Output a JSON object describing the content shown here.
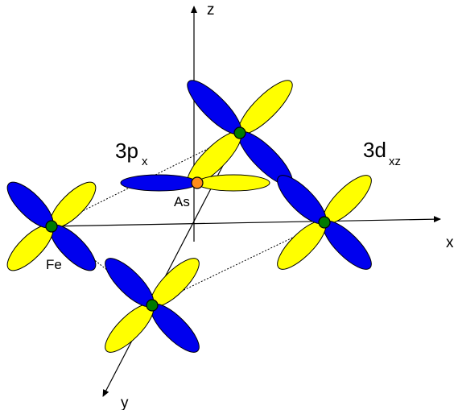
{
  "axes": {
    "x_label": "x",
    "y_label": "y",
    "z_label": "z"
  },
  "atoms": {
    "fe_label": "Fe",
    "as_label": "As"
  },
  "orbitals": {
    "p_prefix": "3p",
    "p_sub": "x",
    "d_prefix": "3d",
    "d_sub": "xz"
  },
  "colors": {
    "positive_lobe": "#ffff00",
    "negative_lobe": "#0000ee",
    "fe_atom": "#007a00",
    "as_atom": "#ff8c1a",
    "line": "#000000"
  }
}
